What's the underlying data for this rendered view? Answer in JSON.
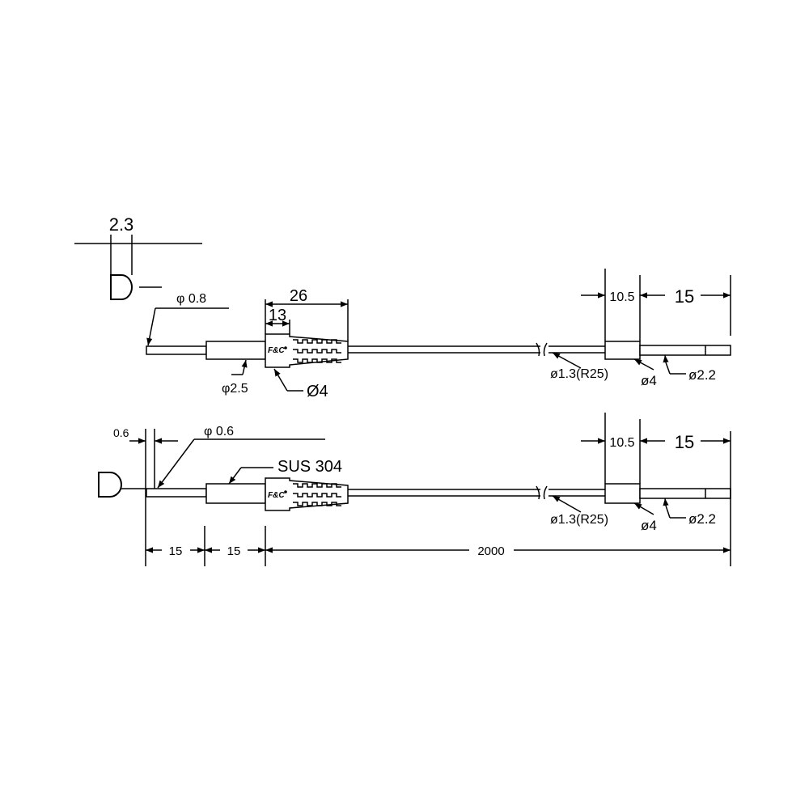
{
  "top_view": {
    "profile_width": "2.3",
    "tip_diameter": "φ 0.8",
    "ferrule_diameter": "φ2.5",
    "sleeve_length_total": "26",
    "sleeve_length_part": "13",
    "sleeve_diameter": "Ø4",
    "brand_mark": "F&C",
    "cable_diameter": "ø1.3(R25)",
    "end_sleeve_diameter": "ø4",
    "end_diameter": "ø2.2",
    "end_sleeve_length": "10.5",
    "end_length": "15"
  },
  "bottom_view": {
    "offset": "0.6",
    "tip_diameter": "φ 0.6",
    "material": "SUS 304",
    "brand_mark": "F&C",
    "cable_diameter": "ø1.3(R25)",
    "end_sleeve_diameter": "ø4",
    "end_diameter": "ø2.2",
    "end_sleeve_length": "10.5",
    "end_length": "15",
    "len_tip": "15",
    "len_ferrule": "15",
    "len_cable": "2000"
  }
}
